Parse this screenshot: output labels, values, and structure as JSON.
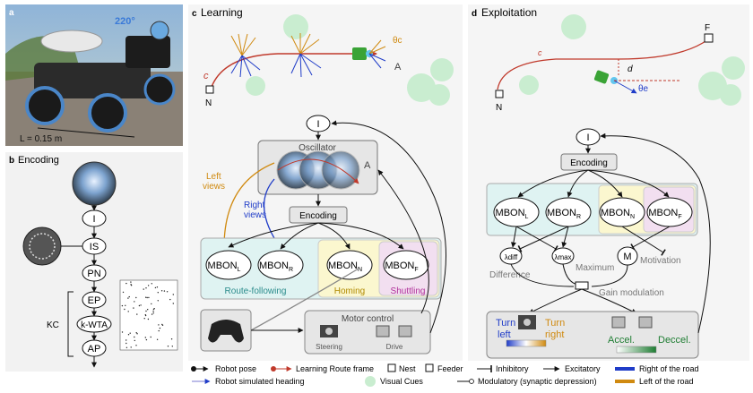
{
  "panels": {
    "a": {
      "letter": "a",
      "angle_label": "220°",
      "length_label": "L = 0.15 m"
    },
    "b": {
      "letter": "b",
      "title": "Encoding",
      "nodes": {
        "I": "I",
        "IS": "IS",
        "PN": "PN",
        "EP": "EP",
        "kwta": "k-WTA",
        "AP": "AP"
      },
      "kc_label": "KC"
    },
    "c": {
      "letter": "c",
      "title": "Learning",
      "route_c": "c",
      "nest": "N",
      "theta": "θc",
      "A": "A",
      "osc_A": "A",
      "I": "I",
      "oscillator": "Oscillator",
      "encoding": "Encoding",
      "left_views": "Left\nviews",
      "right_views": "Right\nviews",
      "mbon_L": "MBON",
      "mbon_L_sub": "L",
      "mbon_R": "MBON",
      "mbon_R_sub": "R",
      "mbon_N": "MBON",
      "mbon_N_sub": "N",
      "mbon_F": "MBON",
      "mbon_F_sub": "F",
      "route_following": "Route-following",
      "homing": "Homing",
      "shuttling": "Shuttling",
      "motor_control": "Motor control",
      "steering": "Steering",
      "drive": "Drive"
    },
    "d": {
      "letter": "d",
      "title": "Exploitation",
      "route_c": "c",
      "nest": "N",
      "feeder": "F",
      "d_label": "d",
      "theta": "θe",
      "I": "I",
      "encoding": "Encoding",
      "mbon_L": "MBON",
      "mbon_L_sub": "L",
      "mbon_R": "MBON",
      "mbon_R_sub": "R",
      "mbon_N": "MBON",
      "mbon_N_sub": "N",
      "mbon_F": "MBON",
      "mbon_F_sub": "F",
      "lambda_diff": "λdiff",
      "lambda_max": "λmax",
      "M": "M",
      "difference": "Difference",
      "maximum": "Maximum",
      "motivation": "Motivation",
      "gain_modulation": "Gain modulation",
      "turn_left_1": "Turn",
      "turn_left_2": "left",
      "turn_right_1": "Turn",
      "turn_right_2": "right",
      "accel": "Accel.",
      "decel": "Deccel."
    }
  },
  "legend": {
    "robot_pose": "Robot pose",
    "learning_route_frame": "Learning Route frame",
    "nest": "Nest",
    "feeder": "Feeder",
    "inhibitory": "Inhibitory",
    "excitatory": "Excitatory",
    "right_road": "Right of the road",
    "robot_heading": "Robot simulated heading",
    "visual_cues": "Visual Cues",
    "modulatory": "Modulatory (synaptic depression)",
    "left_road": "Left of the road"
  },
  "colors": {
    "left": "#d08a10",
    "right": "#1f3cc8",
    "route": "#c0392b",
    "route_following_bg": "#dff3f2",
    "homing_bg": "#fbf7cf",
    "shuttling_bg": "#f2dff0",
    "cue": "#c9edd0",
    "panel_bg": "#f2f2f2"
  }
}
